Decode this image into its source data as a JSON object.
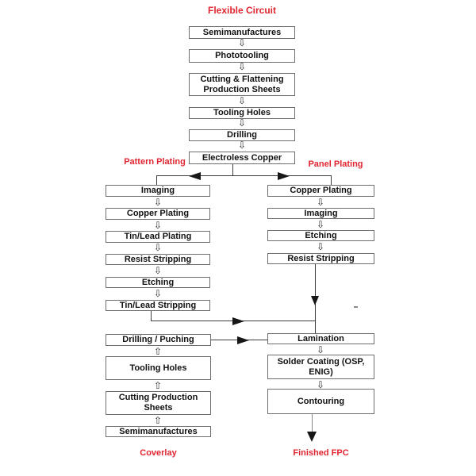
{
  "title": "Flexible Circuit",
  "colors": {
    "red": "#e02530",
    "border": "#6e6e6e",
    "text": "#111111",
    "line": "#3c3c3c"
  },
  "icons": {
    "down_arrow": "⇩",
    "up_arrow": "⇧"
  },
  "main_chain": {
    "boxes": [
      "Semimanufactures",
      "Phototooling",
      "Cutting & Flattening Production Sheets",
      "Tooling Holes",
      "Drilling",
      "Electroless Copper"
    ]
  },
  "branch_labels": {
    "pattern": "Pattern Plating",
    "panel": "Panel Plating"
  },
  "pattern_branch": {
    "boxes": [
      "Imaging",
      "Copper Plating",
      "Tin/Lead Plating",
      "Resist Stripping",
      "Etching",
      "Tin/Lead Stripping"
    ]
  },
  "panel_branch": {
    "boxes": [
      "Copper Plating",
      "Imaging",
      "Etching",
      "Resist Stripping"
    ]
  },
  "coverlay_branch": {
    "boxes": [
      "Drilling / Puching",
      "Tooling Holes",
      "Cutting Production Sheets",
      "Semimanufactures"
    ],
    "label": "Coverlay"
  },
  "final_branch": {
    "boxes": [
      "Lamination",
      "Solder Coating (OSP, ENIG)",
      "Contouring"
    ],
    "label": "Finished FPC"
  }
}
